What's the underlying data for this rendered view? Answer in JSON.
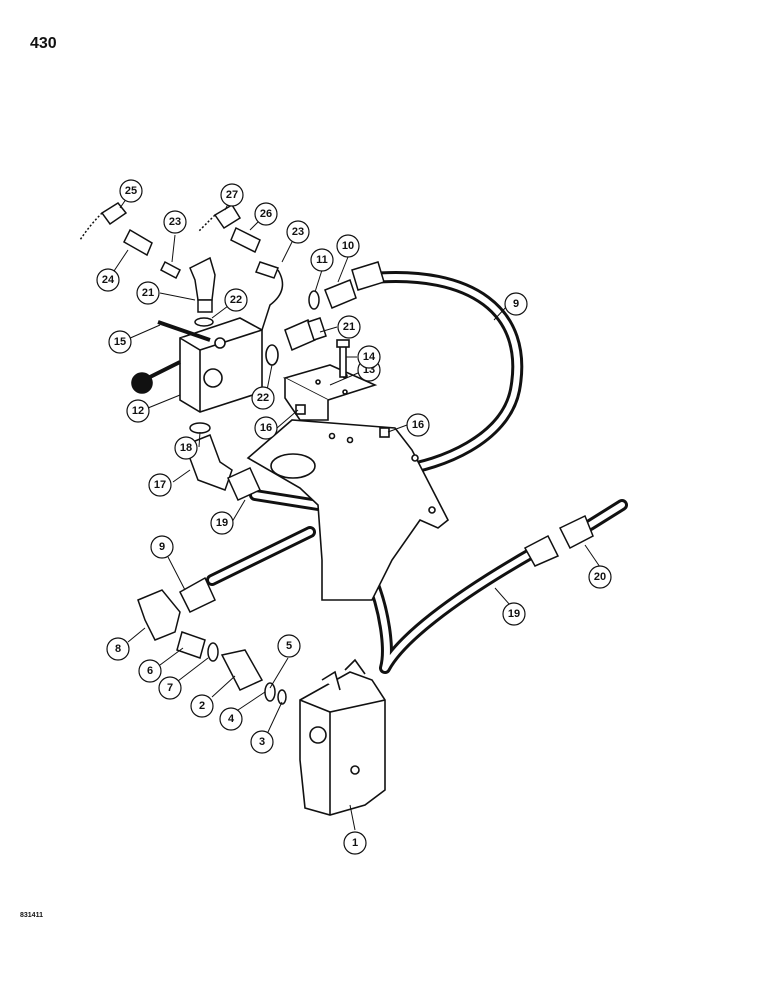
{
  "page": {
    "number": "430",
    "figure_code": "831411"
  },
  "callouts": [
    {
      "id": "c1",
      "label": "1"
    },
    {
      "id": "c2",
      "label": "2"
    },
    {
      "id": "c3",
      "label": "3"
    },
    {
      "id": "c4",
      "label": "4"
    },
    {
      "id": "c5",
      "label": "5"
    },
    {
      "id": "c6",
      "label": "6"
    },
    {
      "id": "c7",
      "label": "7"
    },
    {
      "id": "c8",
      "label": "8"
    },
    {
      "id": "c9a",
      "label": "9"
    },
    {
      "id": "c9b",
      "label": "9"
    },
    {
      "id": "c10",
      "label": "10"
    },
    {
      "id": "c11",
      "label": "11"
    },
    {
      "id": "c12",
      "label": "12"
    },
    {
      "id": "c13",
      "label": "13"
    },
    {
      "id": "c14",
      "label": "14"
    },
    {
      "id": "c15",
      "label": "15"
    },
    {
      "id": "c16a",
      "label": "16"
    },
    {
      "id": "c16b",
      "label": "16"
    },
    {
      "id": "c17",
      "label": "17"
    },
    {
      "id": "c18",
      "label": "18"
    },
    {
      "id": "c19a",
      "label": "19"
    },
    {
      "id": "c19b",
      "label": "19"
    },
    {
      "id": "c20",
      "label": "20"
    },
    {
      "id": "c21a",
      "label": "21"
    },
    {
      "id": "c21b",
      "label": "21"
    },
    {
      "id": "c22a",
      "label": "22"
    },
    {
      "id": "c22b",
      "label": "22"
    },
    {
      "id": "c23a",
      "label": "23"
    },
    {
      "id": "c23b",
      "label": "23"
    },
    {
      "id": "c24",
      "label": "24"
    },
    {
      "id": "c25",
      "label": "25"
    },
    {
      "id": "c26",
      "label": "26"
    },
    {
      "id": "c27",
      "label": "27"
    }
  ]
}
